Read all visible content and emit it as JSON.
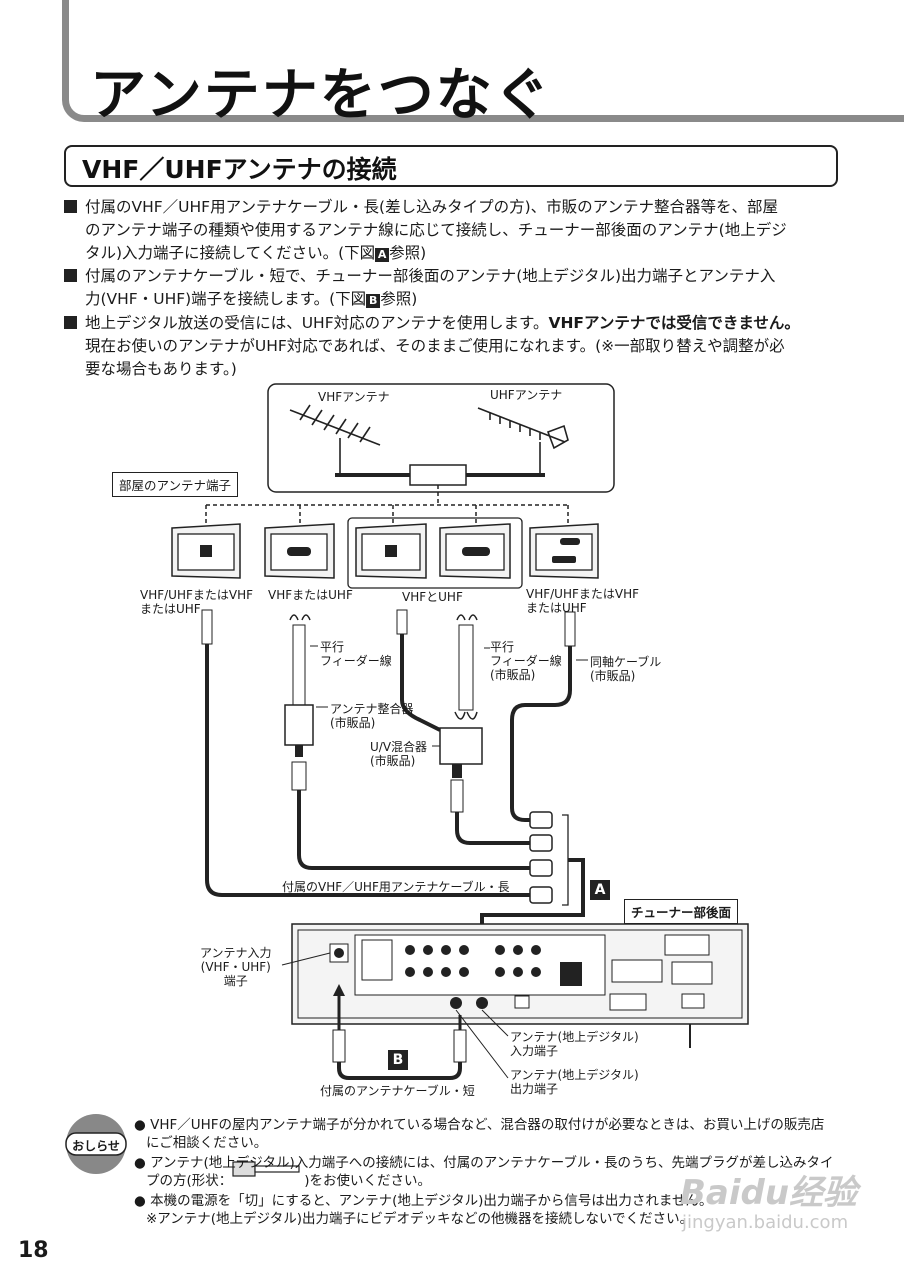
{
  "page": {
    "title": "アンテナをつなぐ",
    "section_title": "VHF／UHFアンテナの接続",
    "page_number": "18"
  },
  "bullets": [
    {
      "lines": [
        "付属のVHF／UHF用アンテナケーブル・長(差し込みタイプの方)、市販のアンテナ整合器等を、部屋",
        "のアンテナ端子の種類や使用するアンテナ線に応じて接続し、チューナー部後面のアンテナ(地上デジ",
        "タル)入力端子に接続してください。(下図",
        "参照)"
      ],
      "marker": "A"
    },
    {
      "lines": [
        "付属のアンテナケーブル・短で、チューナー部後面のアンテナ(地上デジタル)出力端子とアンテナ入",
        "力(VHF・UHF)端子を接続します。(下図",
        "参照)"
      ],
      "marker": "B"
    },
    {
      "lines": [
        "地上デジタル放送の受信には、UHF対応のアンテナを使用します。",
        "VHFアンテナでは受信できません。",
        "現在お使いのアンテナがUHF対応であれば、そのままご使用になれます。(※一部取り替えや調整が必",
        "要な場合もあります。)"
      ]
    }
  ],
  "diagram": {
    "antenna_vhf": "VHFアンテナ",
    "antenna_uhf": "UHFアンテナ",
    "room_terminal": "部屋のアンテナ端子",
    "terminal_label_1": [
      "VHF/UHFまたはVHF",
      "またはUHF"
    ],
    "terminal_label_2": "VHFまたはUHF",
    "terminal_label_3": "VHFとUHF",
    "terminal_label_4": [
      "VHF/UHFまたはVHF",
      "またはUHF"
    ],
    "parallel_feeder_1": [
      "平行",
      "フィーダー線"
    ],
    "parallel_feeder_2": [
      "平行",
      "フィーダー線",
      "(市販品)"
    ],
    "coax_cable": [
      "同軸ケーブル",
      "(市販品)"
    ],
    "matcher": [
      "アンテナ整合器",
      "(市販品)"
    ],
    "mixer": [
      "U/V混合器",
      "(市販品)"
    ],
    "long_cable": "付属のVHF／UHF用アンテナケーブル・長",
    "marker_a": "A",
    "marker_b": "B",
    "tuner_rear": "チューナー部後面",
    "antenna_input": [
      "アンテナ入力",
      "(VHF・UHF)",
      "端子"
    ],
    "digital_input": [
      "アンテナ(地上デジタル)",
      "入力端子"
    ],
    "digital_output": [
      "アンテナ(地上デジタル)",
      "出力端子"
    ],
    "short_cable": "付属のアンテナケーブル・短"
  },
  "notes": {
    "badge": "おしらせ",
    "items": [
      [
        "VHF／UHFの屋内アンテナ端子が分かれている場合など、混合器の取付けが必要なときは、お買い上げの販売店",
        "にご相談ください。"
      ],
      [
        "アンテナ(地上デジタル)入力端子への接続には、付属のアンテナケーブル・長のうち、先端プラグが差し込みタイ",
        "プの方(形状：",
        ")をお使いください。"
      ],
      [
        "本機の電源を「切」にすると、アンテナ(地上デジタル)出力端子から信号は出力されません。",
        "※アンテナ(地上デジタル)出力端子にビデオデッキなどの他機器を接続しないでください。"
      ]
    ]
  },
  "watermark": {
    "logo": "Baidu经验",
    "url": "jingyan.baidu.com"
  }
}
